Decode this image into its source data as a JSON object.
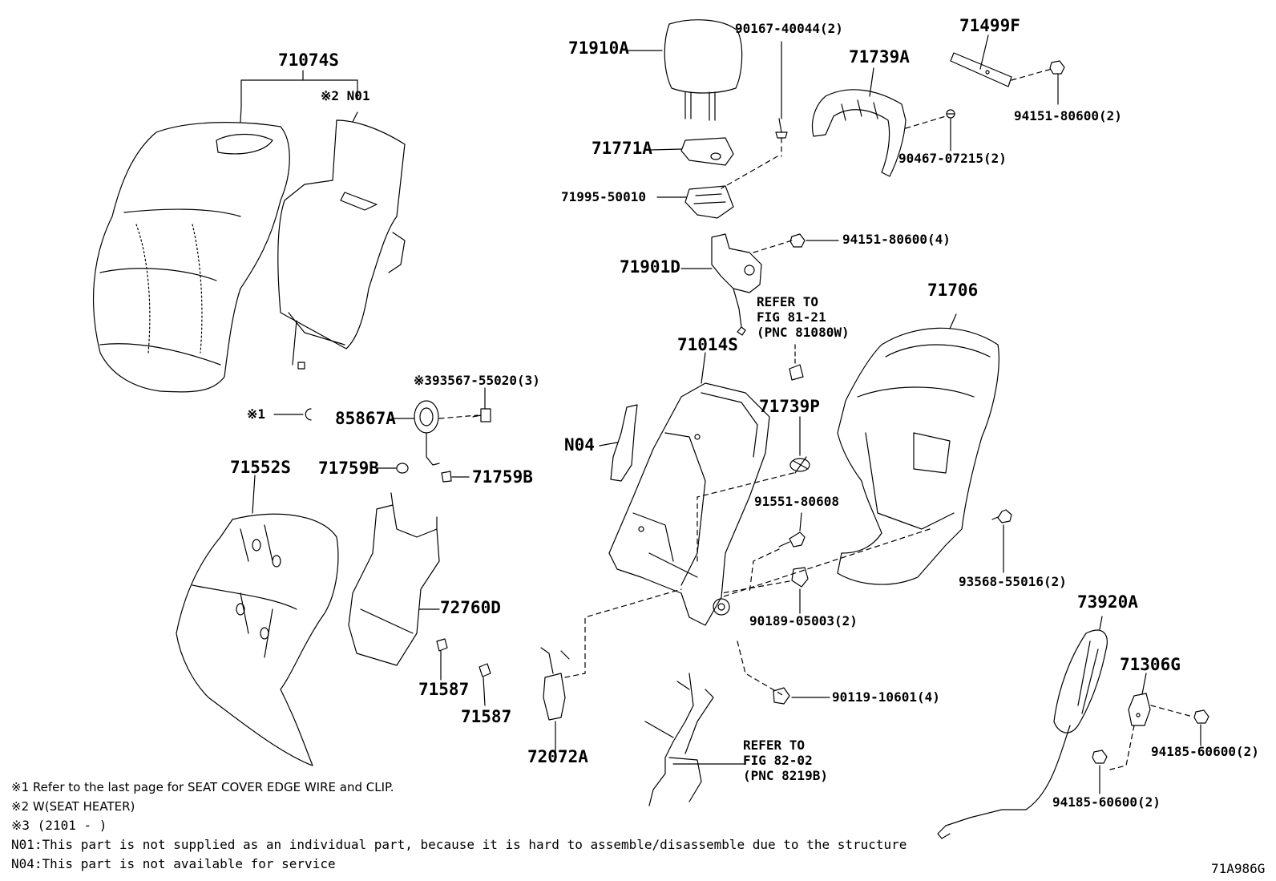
{
  "diagram_code": "71A986G",
  "labels": {
    "l_71074S": "71074S",
    "l_N01": "※2 N01",
    "l_71910A": "71910A",
    "l_90167": "90167-40044(2)",
    "l_71739A": "71739A",
    "l_71499F": "71499F",
    "l_94151_2": "94151-80600(2)",
    "l_90467": "90467-07215(2)",
    "l_71771A": "71771A",
    "l_71995": "71995-50010",
    "l_94151_4": "94151-80600(4)",
    "l_71901D": "71901D",
    "l_71706": "71706",
    "l_71014S": "71014S",
    "l_93567": "※393567-55020(3)",
    "l_x1": "※1",
    "l_85867A": "85867A",
    "l_71739P": "71739P",
    "l_N04": "N04",
    "l_71552S": "71552S",
    "l_71759B_a": "71759B",
    "l_71759B_b": "71759B",
    "l_91551": "91551-80608",
    "l_93568": "93568-55016(2)",
    "l_72760D": "72760D",
    "l_90189": "90189-05003(2)",
    "l_73920A": "73920A",
    "l_71587_a": "71587",
    "l_71587_b": "71587",
    "l_71306G": "71306G",
    "l_90119": "90119-10601(4)",
    "l_94185_a": "94185-60600(2)",
    "l_72072A": "72072A",
    "l_94185_b": "94185-60600(2)"
  },
  "refs": {
    "ref1": [
      "REFER TO",
      "FIG 81-21",
      "(PNC 81080W)"
    ],
    "ref2": [
      "REFER TO",
      "FIG 82-02",
      "(PNC 8219B)"
    ]
  },
  "notes": {
    "n1": "※1   Refer to the last page for SEAT COVER EDGE WIRE and CLIP.",
    "n2": "※2   W(SEAT HEATER)",
    "n3": "※3 (2101 -     )",
    "n4": "N01:This part is not supplied as an individual part, because it is hard to assemble/disassemble due to the structure",
    "n5": "N04:This part is not available for service"
  }
}
